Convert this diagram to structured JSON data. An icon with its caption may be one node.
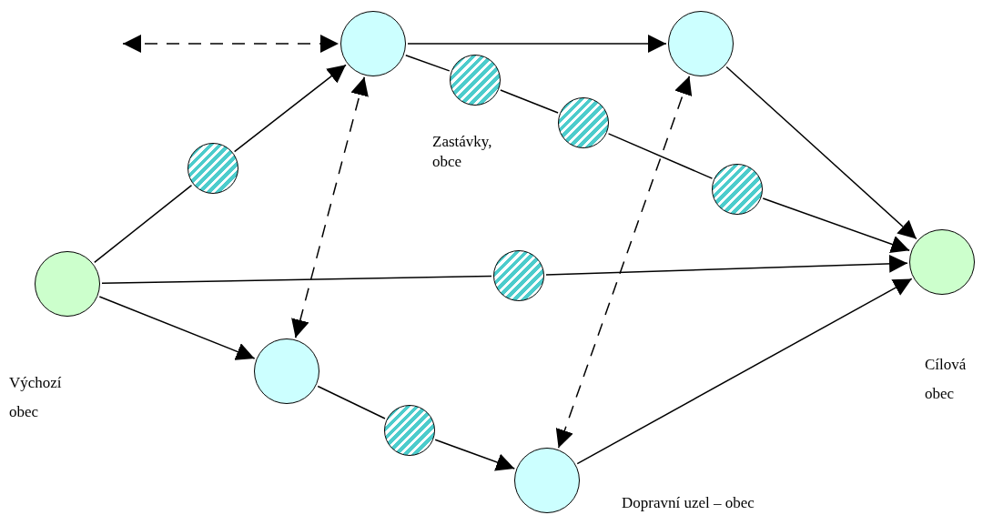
{
  "diagram": {
    "nodes": [
      {
        "text": [],
        "shape": "circle",
        "beside": [
          "Výchozí obec"
        ]
      },
      {
        "text": [],
        "shape": "circle"
      },
      {
        "text": [],
        "shape": "circle"
      },
      {
        "text": [],
        "shape": "circle"
      },
      {
        "text": [],
        "shape": "circle"
      },
      {
        "text": [],
        "shape": "circle",
        "beside": [
          "Dopravní uzel – obec"
        ]
      },
      {
        "text": [],
        "shape": "circle"
      },
      {
        "text": [],
        "shape": "circle"
      },
      {
        "text": [],
        "shape": "circle"
      },
      {
        "text": [],
        "shape": "circle"
      },
      {
        "text": [],
        "shape": "circle"
      },
      {
        "text": [],
        "shape": "circle"
      }
    ],
    "edges": [
      {
        "from": null,
        "to": 1,
        "arrow": "both",
        "style": "dashed"
      },
      {
        "from": 0,
        "to": 6,
        "arrow": "none"
      },
      {
        "from": 6,
        "to": 1,
        "arrow": "to"
      },
      {
        "from": 1,
        "to": 2,
        "arrow": "to"
      },
      {
        "from": 1,
        "to": 7,
        "arrow": "none"
      },
      {
        "from": 7,
        "to": 8,
        "arrow": "none"
      },
      {
        "from": 8,
        "to": 9,
        "arrow": "none"
      },
      {
        "from": 9,
        "to": 3,
        "arrow": "to"
      },
      {
        "from": 2,
        "to": 3,
        "arrow": "to"
      },
      {
        "from": 0,
        "to": 10,
        "arrow": "none"
      },
      {
        "from": 10,
        "to": 3,
        "arrow": "to"
      },
      {
        "from": 0,
        "to": 4,
        "arrow": "to"
      },
      {
        "from": 4,
        "to": 11,
        "arrow": "none"
      },
      {
        "from": 11,
        "to": 5,
        "arrow": "to"
      },
      {
        "from": 5,
        "to": 3,
        "arrow": "to"
      },
      {
        "from": 1,
        "to": 4,
        "arrow": "both",
        "style": "dashed"
      },
      {
        "from": 2,
        "to": 5,
        "arrow": "both",
        "style": "dashed"
      }
    ],
    "labels": [
      "Zastávky, obce",
      "Cílová obec"
    ]
  }
}
